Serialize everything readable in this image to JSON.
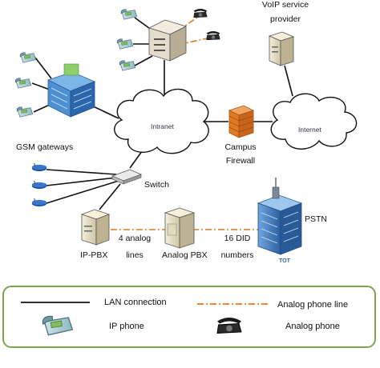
{
  "labels": {
    "voip_provider_line1": "VoIP service",
    "voip_provider_line2": "provider",
    "intranet": "Intranet",
    "internet": "Internet",
    "campus_firewall_line1": "Campus",
    "campus_firewall_line2": "Firewall",
    "gsm_gateways": "GSM gateways",
    "switch": "Switch",
    "ip_pbx": "IP-PBX",
    "analog_lines_line1": "4 analog",
    "analog_lines_line2": "lines",
    "analog_pbx": "Analog PBX",
    "did_numbers_line1": "16 DID",
    "did_numbers_line2": "numbers",
    "pstn": "PSTN",
    "tot_logo": "TOT"
  },
  "legend": {
    "lan_connection": "LAN connection",
    "analog_phone_line": "Analog phone line",
    "ip_phone": "IP phone",
    "analog_phone": "Analog phone"
  },
  "colors": {
    "lan_line": "#111111",
    "analog_line": "#e07b22",
    "legend_border": "#7aa84c",
    "firewall": "#e07b22",
    "building_blue": "#2f6fb3"
  }
}
